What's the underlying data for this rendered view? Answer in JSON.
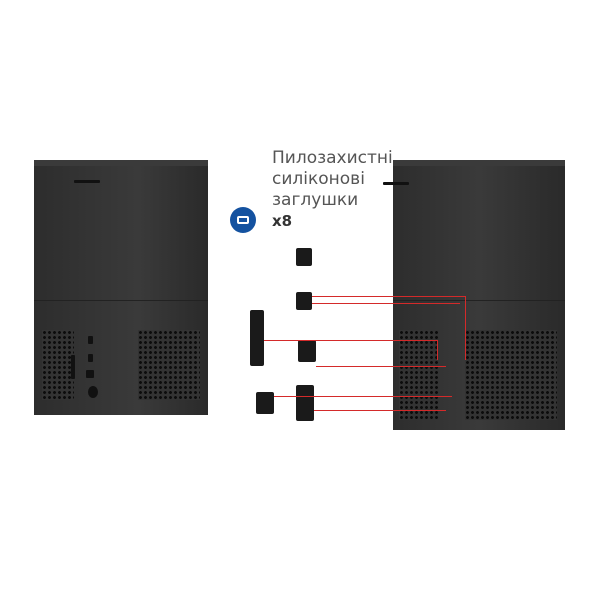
{
  "caption": {
    "title_lines": [
      "Пилозахистні",
      "силіконові",
      "заглушки"
    ],
    "count": "x8",
    "icon": "port-plug-icon",
    "accent": "#1452a0",
    "line_color": "#d42a2a"
  }
}
